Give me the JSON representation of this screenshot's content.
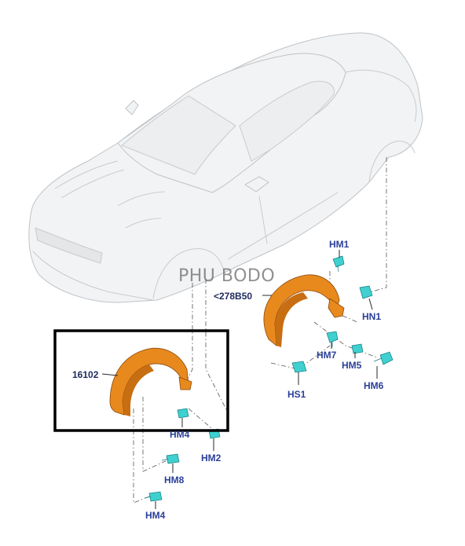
{
  "watermark": "PHU BODO",
  "callouts": {
    "hm1": "HM1",
    "part_278b50": "<278B50",
    "hn1": "HN1",
    "hm7": "HM7",
    "hm5": "HM5",
    "hm6": "HM6",
    "hs1": "HS1",
    "part_16102": "16102",
    "hm4_upper": "HM4",
    "hm2": "HM2",
    "hm8": "HM8",
    "hm4_lower": "HM4"
  },
  "colors": {
    "liner": "#e8891e",
    "clip": "#3fd0cf",
    "callout": "#2a3f9a",
    "highlight_frame": "#000000"
  }
}
